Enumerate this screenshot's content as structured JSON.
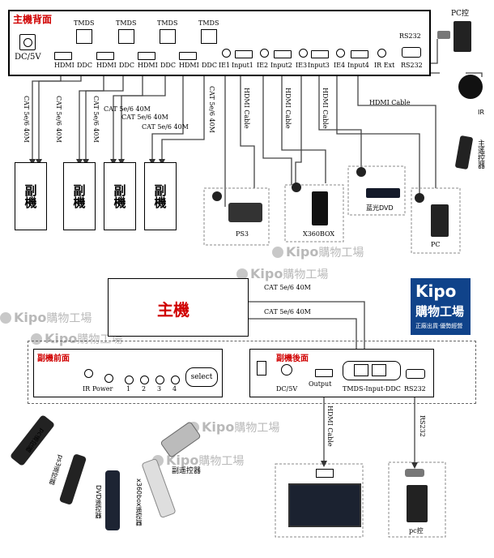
{
  "main_back": {
    "title": "主機背面",
    "power_label": "DC/5V",
    "tmds_labels": [
      "TMDS",
      "TMDS",
      "TMDS",
      "TMDS"
    ],
    "port_labels": [
      "HDMI",
      "DDC",
      "HDMI",
      "DDC",
      "HDMI",
      "DDC",
      "HDMI",
      "DDC"
    ],
    "input_labels": [
      "IE1",
      "Input1",
      "IE2",
      "Input2",
      "IE3",
      "Input3",
      "IE4",
      "Input4",
      "IR Ext",
      "RS232"
    ],
    "rs232_label": "RS232"
  },
  "top_cables": {
    "cat": [
      "CAT 5e/6 40M",
      "CAT 5e/6 40M",
      "CAT 5e/6 40M",
      "CAT 5e/6 40M",
      "CAT 5e/6 40M",
      "CAT 5e/6 40M",
      "CAT 5e/6 40M"
    ],
    "hdmi": [
      "HDMI Cable",
      "HDMI Cable",
      "HDMI Cable",
      "HDMI Cable"
    ]
  },
  "sub_units": [
    "副機",
    "副機",
    "副機",
    "副機"
  ],
  "sources": {
    "ps3": "PS3",
    "xbox": "X360BOX",
    "dvd": "蓝光DVD",
    "pc": "PC",
    "pc_ctrl": "PC控",
    "ir": "IR",
    "remote": "主遙控器"
  },
  "watermark": {
    "brand": "Kipo",
    "text": "購物工場"
  },
  "logo": {
    "brand": "Kipo",
    "name": "購物工場",
    "tagline": "正廠出貨·優勢經營"
  },
  "bottom": {
    "main_label": "主機",
    "cat_lines": [
      "CAT 5e/6  40M",
      "CAT 5e/6  40M"
    ],
    "front_title": "副機前面",
    "front_labels": [
      "IR",
      "Power",
      "1",
      "2",
      "3",
      "4"
    ],
    "select_label": "select",
    "back_title": "副機後面",
    "back_power": "DC/5V",
    "back_output": "Output",
    "back_tmds": "TMDS-Input-DDC",
    "back_rs232": "RS232",
    "hdmi_cable": "HDMI Cable",
    "rs232_cable": "RS232",
    "pc_ctrl": "pc控",
    "remotes": [
      "pc遥控器",
      "ps3遥控器",
      "DVD遥控器",
      "x360box遥控器"
    ],
    "sub_remote": "副遥控器"
  }
}
